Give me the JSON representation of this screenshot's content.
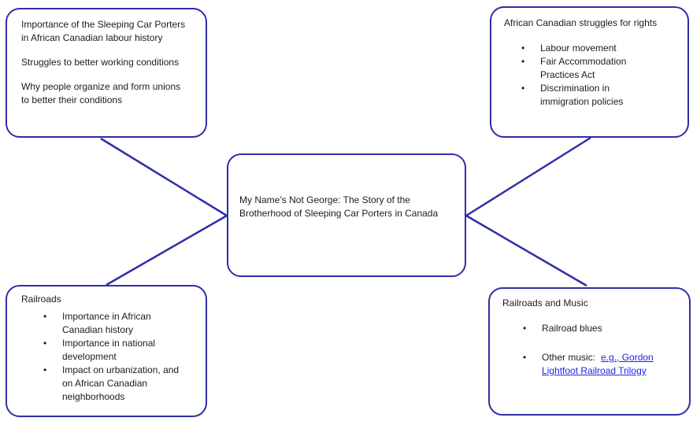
{
  "bullet_char": "•",
  "colors": {
    "accent": "#2E2EA6",
    "link": "#2222E6",
    "text": "#1C1C1C",
    "background": "#FFFFFF"
  },
  "nodes": {
    "top_left": {
      "paragraphs": [
        "Importance of the Sleeping Car Porters\nin African Canadian labour history",
        "Struggles to better working conditions",
        "Why people organize and form unions\nto better their conditions"
      ]
    },
    "top_right": {
      "title": "African Canadian struggles for rights",
      "bullets": [
        "Labour movement",
        "Fair Accommodation\nPractices Act",
        "Discrimination in\nimmigration policies"
      ]
    },
    "center": {
      "text": "My Name’s Not George: The Story of the\nBrotherhood of Sleeping Car Porters in Canada"
    },
    "bottom_left": {
      "title": "Railroads",
      "bullets": [
        "Importance in African\nCanadian history",
        "Importance in national\ndevelopment",
        "Impact on urbanization, and\non African Canadian\nneighborhoods"
      ]
    },
    "bottom_right": {
      "title": "Railroads and Music",
      "bullet_1": "Railroad blues",
      "bullet_2_label": "Other music:",
      "bullet_2_link": "e.g., Gordon\nLightfoot Railroad Trilogy"
    }
  }
}
